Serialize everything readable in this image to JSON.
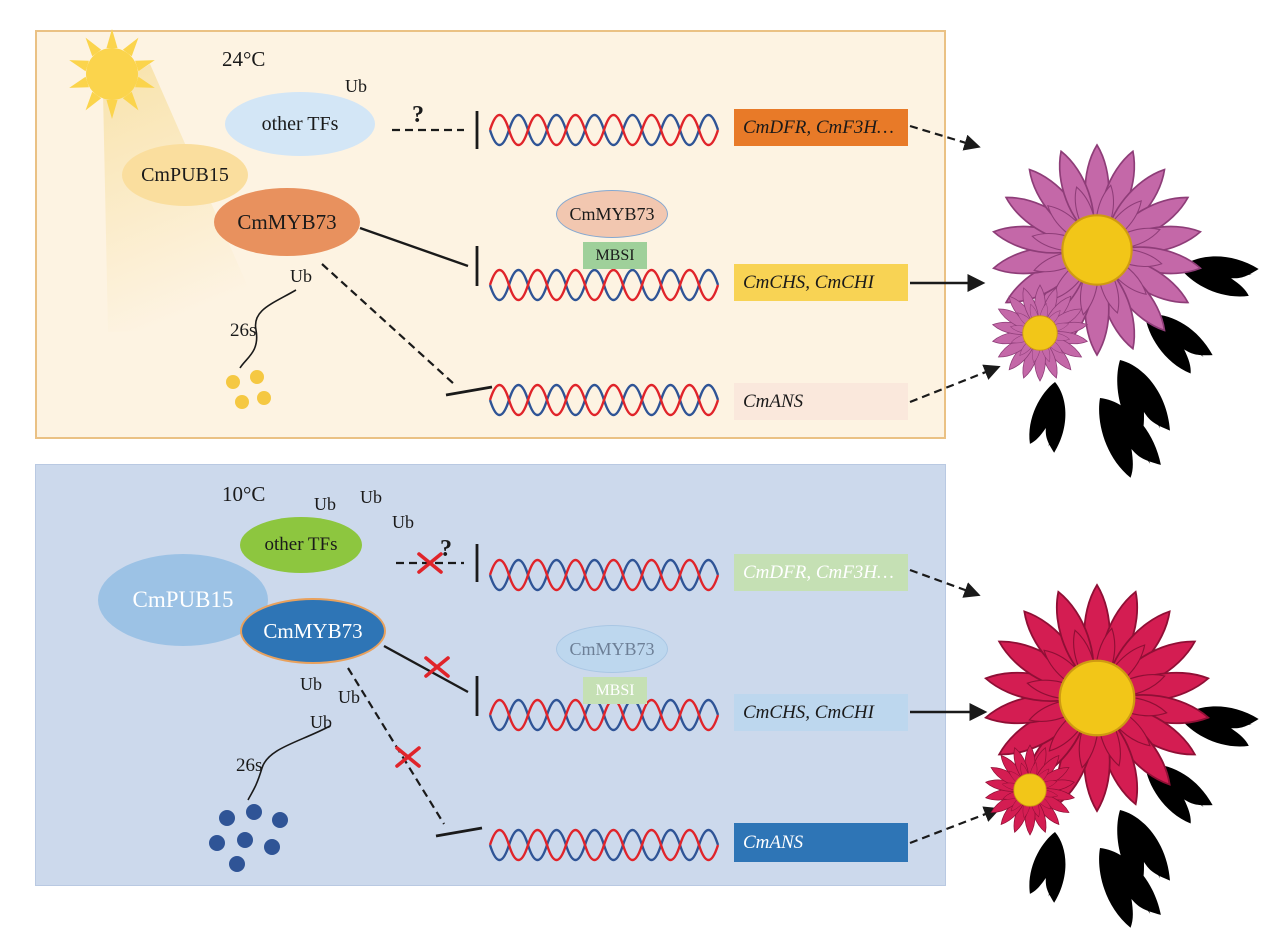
{
  "warm": {
    "temperature": "24°C",
    "other_tfs": "other TFs",
    "pub15": "CmPUB15",
    "myb73": "CmMYB73",
    "ub": "Ub",
    "proteasome": "26s",
    "question_mark": "?",
    "complex_myb73": "CmMYB73",
    "mbsi": "MBSI",
    "genes": {
      "dfr": "CmDFR, CmF3H…",
      "chs": "CmCHS, CmCHI",
      "ans": "CmANS"
    }
  },
  "cold": {
    "temperature": "10°C",
    "other_tfs": "other TFs",
    "pub15": "CmPUB15",
    "myb73": "CmMYB73",
    "ub": "Ub",
    "proteasome": "26s",
    "question_mark": "?",
    "complex_myb73": "CmMYB73",
    "mbsi": "MBSI",
    "genes": {
      "dfr": "CmDFR, CmF3H…",
      "chs": "CmCHS, CmCHI",
      "ans": "CmANS"
    }
  },
  "colors": {
    "warm_bg": "#fdf3e2",
    "warm_border": "#eac184",
    "cold_bg": "#ccd9ec",
    "cold_border": "#b9c9e2",
    "sun": "#fbd44c",
    "snowflake": "#4472c4",
    "tfs_warm": "#d3e6f6",
    "tfs_cold": "#8dc63f",
    "pub15_warm": "#fade9e",
    "pub15_cold": "#9cc2e5",
    "myb73_warm": "#e8915e",
    "myb73_cold": "#2e75b6",
    "complex_warm": "#f2c7b0",
    "complex_cold": "#bdd7ee",
    "mbsi_warm": "#9fd09a",
    "mbsi_cold": "#c5e0b4",
    "gene_dfr_warm": "#e87a28",
    "gene_chs_warm": "#f8d354",
    "gene_ans_warm": "#fae8dc",
    "gene_dfr_cold": "#c5e0b4",
    "gene_chs_cold": "#bdd7ee",
    "gene_ans_cold": "#2e75b6",
    "dna_red": "#e0242a",
    "dna_blue": "#2f5496",
    "dot_warm": "#f5c842",
    "dot_cold": "#2f5496",
    "x_mark": "#e0242a",
    "flower_warm": "#c468a8",
    "flower_warm_dark": "#8e3d78",
    "flower_cold": "#d41d52",
    "flower_cold_dark": "#8f0f35",
    "flower_center": "#f2c618",
    "leaf": "#7cc57c",
    "leaf_dark": "#3f8f4a"
  }
}
